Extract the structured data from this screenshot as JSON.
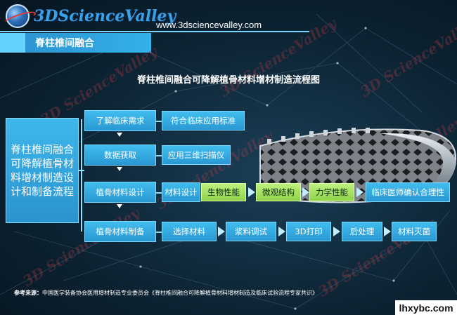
{
  "header": {
    "logo_text": "3DScienceValley",
    "url": "www.3dsciencevalley.com",
    "section_title": "脊柱椎间融合"
  },
  "watermark": "3D ScienceValley",
  "diagram": {
    "title": "脊柱椎间融合可降解植骨材料增材制造流程图",
    "root": "脊柱椎间融合可降解植骨材料增材制造设计和制备流程",
    "steps": [
      {
        "label": "了解临床需求",
        "children": [
          "符合临床应用标准"
        ]
      },
      {
        "label": "数据获取",
        "children": [
          "应用三维扫描仪"
        ]
      },
      {
        "label": "植骨材料设计",
        "children": [
          "材料设计",
          "生物性能",
          "微观结构",
          "力学性能",
          "临床医师确认合理性"
        ]
      },
      {
        "label": "植骨材料制备",
        "children": [
          "选择材料",
          "浆料调试",
          "3D打印",
          "后处理",
          "材料灭菌"
        ]
      }
    ]
  },
  "footer": {
    "source_label": "参考来源：",
    "source_text": "中国医学装备协会医用增材制造专业委员会《脊柱椎间融合可降解植骨材料增材制造及临床试验流程专家共识》",
    "corner_mark": "lhxybc.com"
  }
}
